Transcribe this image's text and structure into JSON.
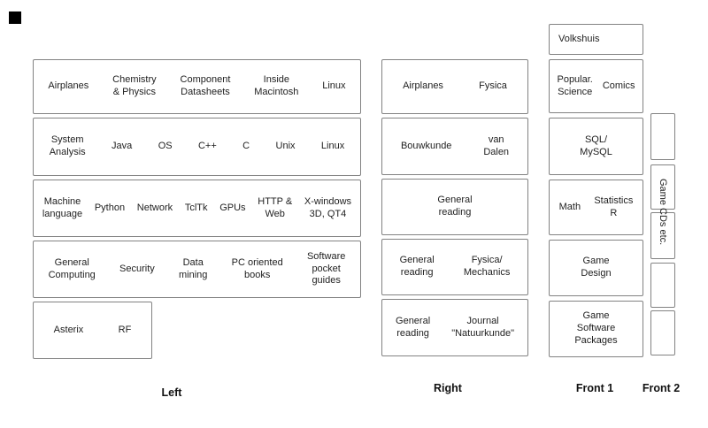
{
  "columns": {
    "left": {
      "label": "Left",
      "rows": [
        {
          "items": [
            "Airplanes",
            "Chemistry\n& Physics",
            "Component\nDatasheets",
            "Inside\nMacintosh",
            "Linux"
          ]
        },
        {
          "items": [
            "System\nAnalysis",
            "Java",
            "OS",
            "C++",
            "C",
            "Unix",
            "Linux"
          ]
        },
        {
          "items": [
            "Machine\nlanguage",
            "Python",
            "Network",
            "TclTk",
            "GPUs",
            "HTTP &\nWeb",
            "X-windows\n3D, QT4"
          ]
        },
        {
          "items": [
            "General\nComputing",
            "Security",
            "Data\nmining",
            "PC oriented\nbooks",
            "Software\npocket\nguides"
          ]
        },
        {
          "items": [
            "Asterix",
            "RF"
          ]
        }
      ]
    },
    "right": {
      "label": "Right",
      "rows": [
        {
          "items": [
            "Airplanes",
            "Fysica"
          ]
        },
        {
          "items": [
            "Bouwkunde",
            "van\nDalen"
          ]
        },
        {
          "items": [
            "General\nreading"
          ]
        },
        {
          "items": [
            "General\nreading",
            "Fysica/\nMechanics"
          ]
        },
        {
          "items": [
            "General\nreading",
            "Journal\n\"Natuurkunde\""
          ]
        }
      ]
    },
    "front1": {
      "label": "Front 1",
      "rows": [
        {
          "items": [
            "Volkshuis"
          ]
        },
        {
          "items": [
            "Popular.\nScience",
            "Comics"
          ]
        },
        {
          "items": [
            "SQL/\nMySQL"
          ]
        },
        {
          "items": [
            "Math",
            "Statistics\nR"
          ]
        },
        {
          "items": [
            "Game\nDesign"
          ]
        },
        {
          "items": [
            "Game\nSoftware\nPackages"
          ]
        }
      ]
    },
    "front2": {
      "label": "Front 2",
      "rotated_label": "Game CDs etc.",
      "empty_box_count": 5
    }
  },
  "colors": {
    "background": "#ffffff",
    "box_border": "#828282",
    "text": "#1e1e1e",
    "marker": "#000000"
  }
}
